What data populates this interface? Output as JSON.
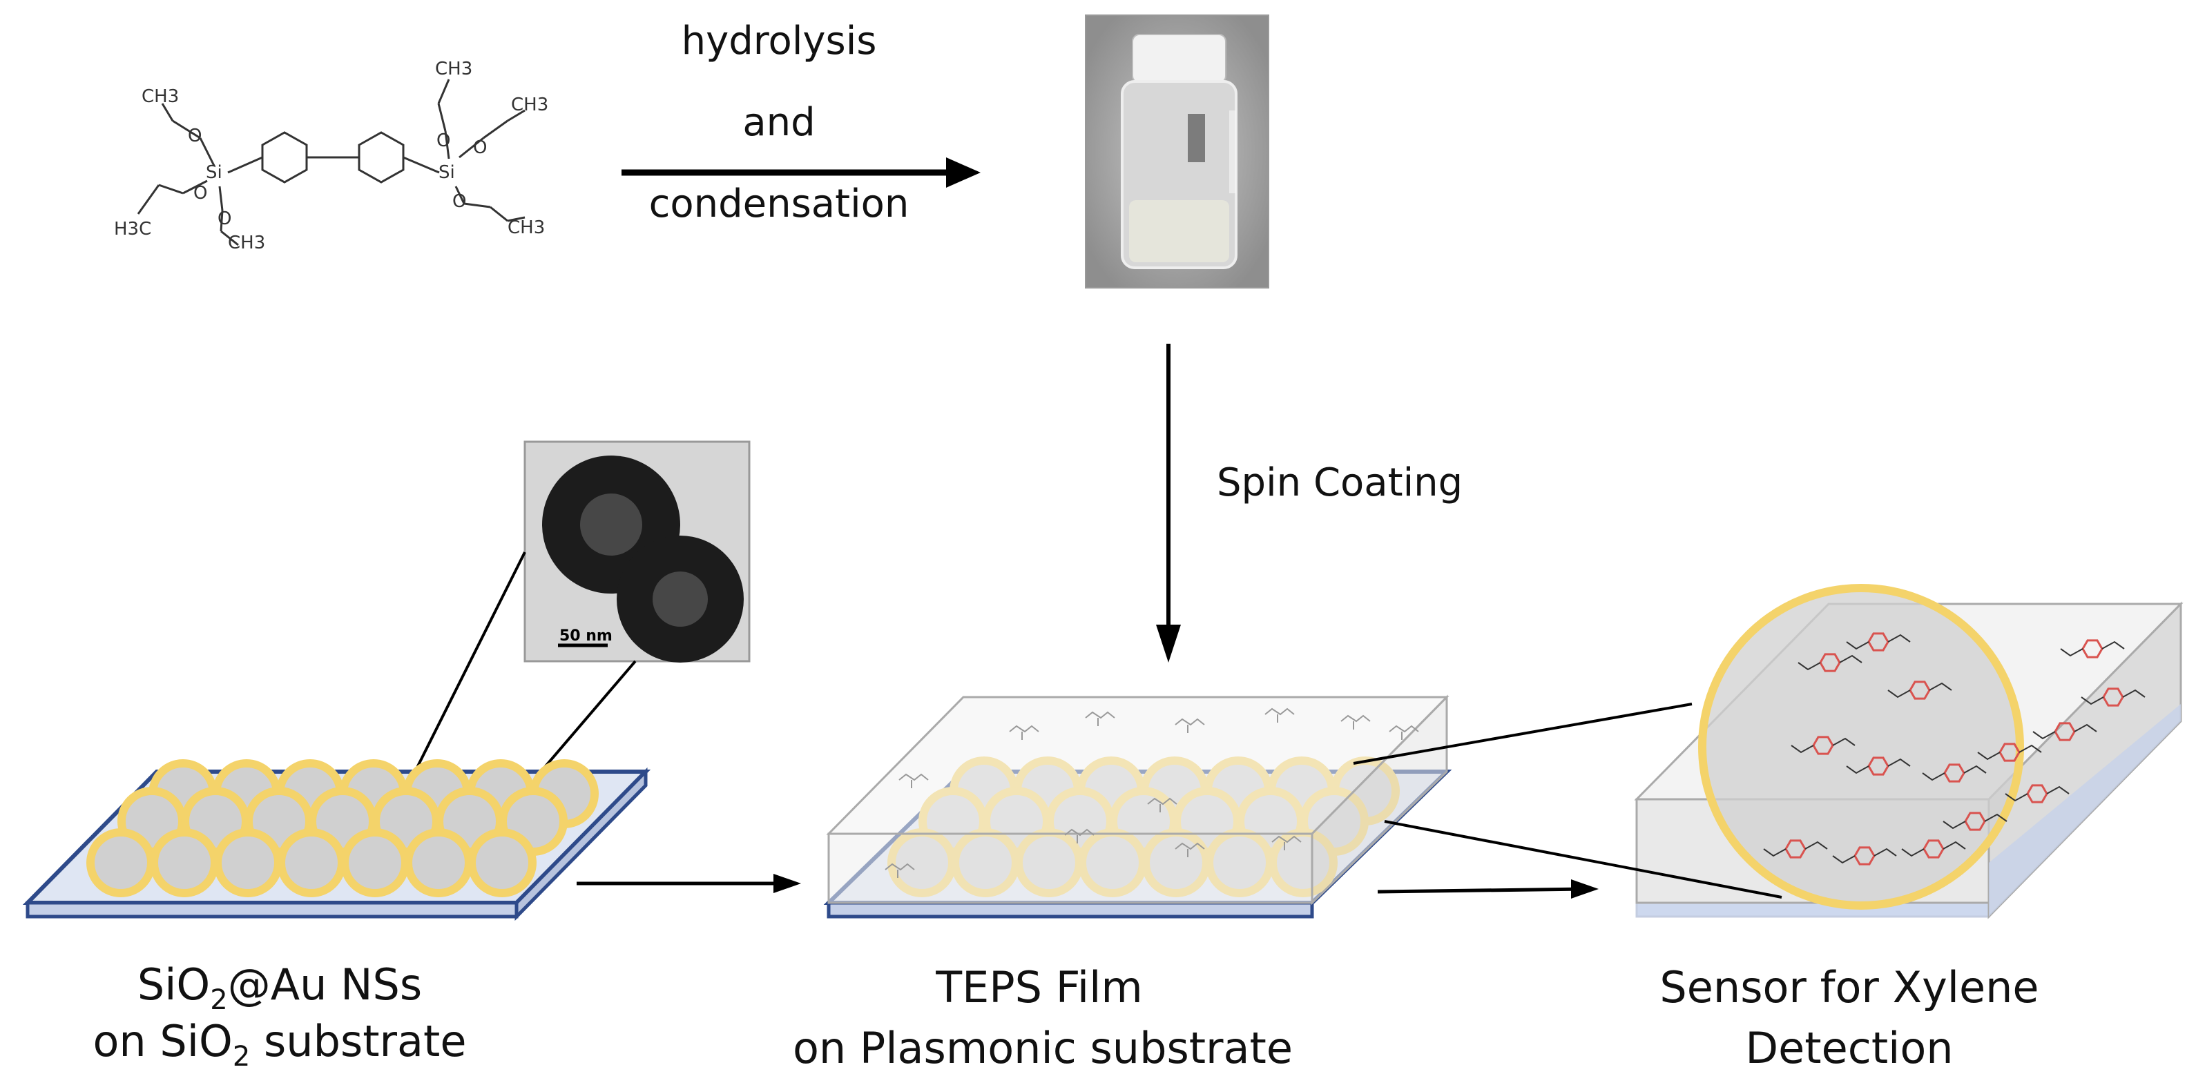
{
  "top_arrow": {
    "lines": [
      "hydrolysis",
      "and",
      "condensation"
    ]
  },
  "vertical_arrow": {
    "label": "Spin Coating"
  },
  "tem_inset": {
    "scale_label": "50 nm"
  },
  "molecule": {
    "labels": [
      "CH3",
      "CH3",
      "CH3",
      "H3C",
      "CH3",
      "CH3",
      "O",
      "O",
      "O",
      "O",
      "O",
      "O",
      "Si",
      "Si"
    ]
  },
  "captions": {
    "left": {
      "line1_pre": "SiO",
      "line1_sub": "2",
      "line1_post": "@Au NSs",
      "line2_pre": "on SiO",
      "line2_sub": "2",
      "line2_post": " substrate"
    },
    "middle": {
      "line1": "TEPS Film",
      "line2": "on Plasmonic substrate"
    },
    "right": {
      "line1": "Sensor for Xylene",
      "line2": "Detection"
    }
  },
  "colors": {
    "substrate_edge": "#2e4a8a",
    "substrate_fill": "#dfe6f3",
    "gold_ring": "#f4d36a",
    "sphere_fill": "#d0d0d0",
    "film_fill": "#eeeeee",
    "red_molecule": "#d9534f"
  }
}
